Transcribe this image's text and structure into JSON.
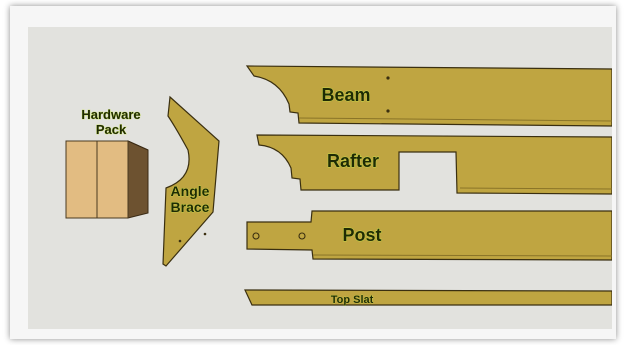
{
  "labels": {
    "hardware_line1": "Hardware",
    "hardware_line2": "Pack",
    "brace_line1": "Angle",
    "brace_line2": "Brace",
    "beam": "Beam",
    "rafter": "Rafter",
    "post": "Post",
    "top_slat": "Top Slat"
  },
  "colors": {
    "canvas": "#e2e2de",
    "wood": "#bfa541",
    "wood_edge": "#3a2f10",
    "box_front": "#e2bc82",
    "box_side": "#6d5230",
    "box_top": "#f3d9a9",
    "label_fill": "#1f2a05",
    "label_outline": "#c9e64b"
  }
}
